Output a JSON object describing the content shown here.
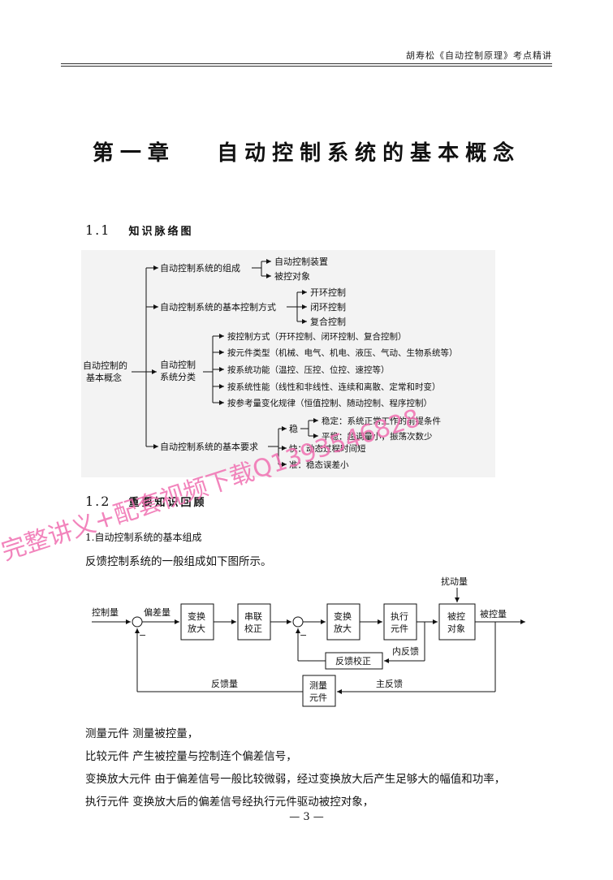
{
  "header": {
    "running_title": "胡寿松《自动控制原理》考点精讲"
  },
  "chapter_title": "第一章   自动控制系统的基本概念",
  "sections": {
    "s1": {
      "num": "1.1",
      "title": "知识脉络图"
    },
    "s2": {
      "num": "1.2",
      "title": "重要知识回顾"
    }
  },
  "mindmap": {
    "root": [
      "自动控制的",
      "基本概念"
    ],
    "composition": {
      "label": "自动控制系统的组成",
      "children": [
        "自动控制装置",
        "被控对象"
      ]
    },
    "modes": {
      "label": "自动控制系统的基本控制方式",
      "children": [
        "开环控制",
        "闭环控制",
        "复合控制"
      ]
    },
    "classification": {
      "label": [
        "自动控制",
        "系统分类"
      ],
      "children": [
        "按控制方式（开环控制、闭环控制、复合控制）",
        "按元件类型（机械、电气、机电、液压、气动、生物系统等）",
        "按系统功能（温控、压控、位控、速控等）",
        "按系统性能（线性和非线性、连续和离散、定常和时变）",
        "按参考量变化规律（恒值控制、随动控制、程序控制）"
      ]
    },
    "requirements": {
      "label": "自动控制系统的基本要求",
      "stable": {
        "label": "稳",
        "children": [
          "稳定：系统正常工作的前提条件",
          "平稳：超调量小，振荡次数少"
        ]
      },
      "fast": "快：动态过程时间短",
      "accurate": "准：稳态误差小"
    }
  },
  "subsection_1": "1.自动控制系统的基本组成",
  "intro_text": "反馈控制系统的一般组成如下图所示。",
  "block_diagram": {
    "input": "控制量",
    "error": "偏差量",
    "disturbance": "扰动量",
    "output": "被控量",
    "minus": "−",
    "blocks": {
      "transform1": [
        "变换",
        "放大"
      ],
      "series": [
        "串联",
        "校正"
      ],
      "transform2": [
        "变换",
        "放大"
      ],
      "actuator": [
        "执行",
        "元件"
      ],
      "plant": [
        "被控",
        "对象"
      ],
      "inner_fb": "反馈校正",
      "sensor": [
        "测量",
        "元件"
      ]
    },
    "inner_fb_label": "内反馈",
    "main_fb_label": "主反馈",
    "fb_quantity": "反馈量"
  },
  "definitions": [
    "测量元件 测量被控量，",
    "比较元件 产生被控量与控制连个偏差信号，",
    "变换放大元件 由于偏差信号一般比较微弱，经过变换放大后产生足够大的幅值和功率，",
    "执行元件 变换放大后的偏差信号经执行元件驱动被控对象，"
  ],
  "footer": "— 3 —",
  "watermark": {
    "text": "完整讲义+配套视频下载Q1393546828",
    "color": "#f06fb0"
  }
}
